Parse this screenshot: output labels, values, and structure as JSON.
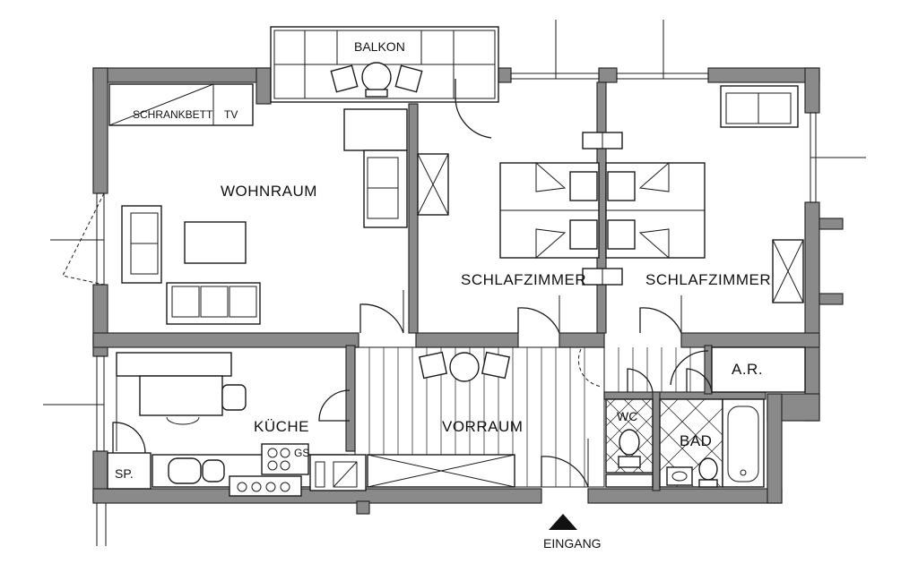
{
  "labels": {
    "balkon": "BALKON",
    "schrankbett": "SCHRANKBETT",
    "tv": "TV",
    "wohnraum": "WOHNRAUM",
    "schlafzimmer_1": "SCHLAFZIMMER",
    "schlafzimmer_2": "SCHLAFZIMMER",
    "kueche": "KÜCHE",
    "vorraum": "VORRAUM",
    "wc": "WC",
    "bad": "BAD",
    "ar": "A.R.",
    "sp": "SP.",
    "gs": "GS",
    "eingang": "EINGANG"
  },
  "colors": {
    "wall": "#8a8a8a",
    "line": "#1a1a1a",
    "background": "#ffffff"
  }
}
